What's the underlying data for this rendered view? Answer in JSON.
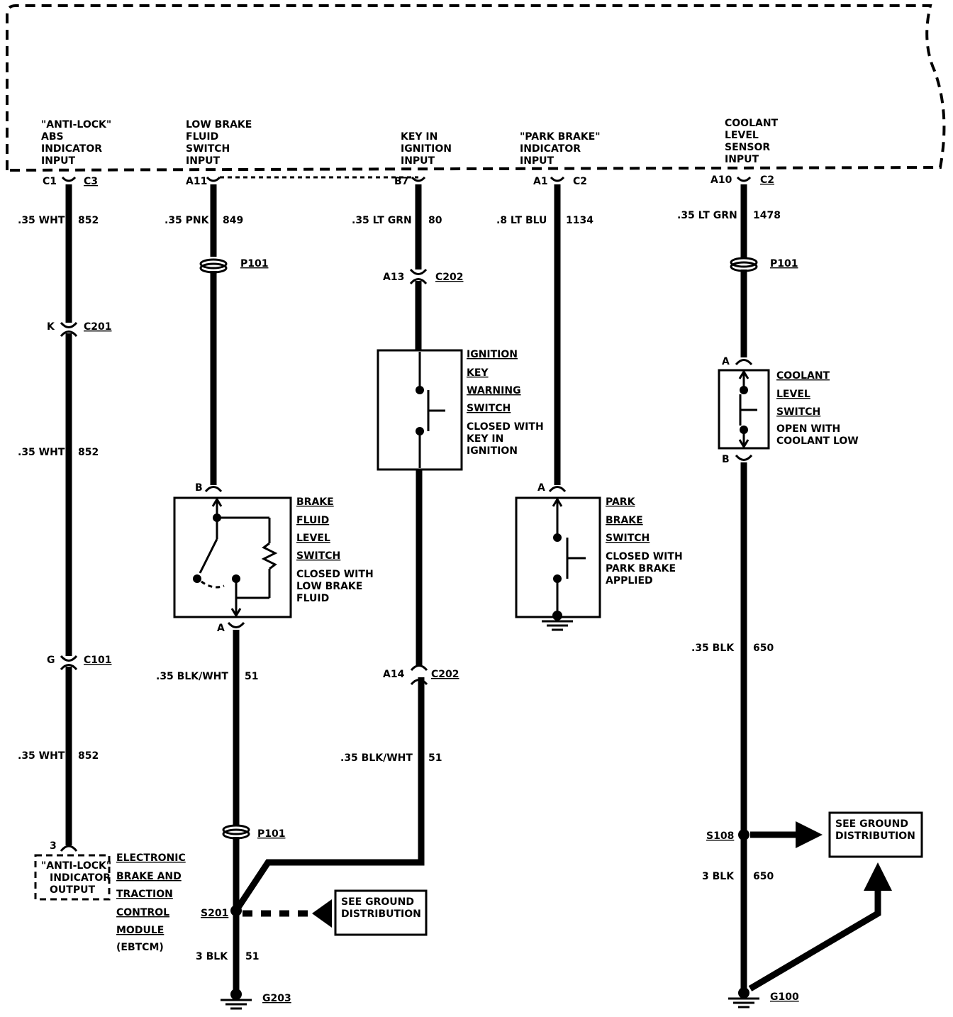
{
  "inputs": {
    "abs": [
      "\"ANTI-LOCK\"",
      "ABS",
      "INDICATOR",
      "INPUT"
    ],
    "low_brake": [
      "LOW BRAKE",
      "FLUID",
      "SWITCH",
      "INPUT"
    ],
    "key_in": [
      "KEY IN",
      "IGNITION",
      "INPUT"
    ],
    "park_brake": [
      "\"PARK BRAKE\"",
      "INDICATOR",
      "INPUT"
    ],
    "coolant": [
      "COOLANT",
      "LEVEL",
      "SENSOR",
      "INPUT"
    ]
  },
  "pins": {
    "c1": "C1",
    "c3": "C3",
    "a11": "A11",
    "b7": "B7",
    "a1": "A1",
    "c2a": "C2",
    "a10": "A10",
    "c2b": "C2"
  },
  "wires": {
    "w1_size": ".35 WHT",
    "w1_num": "852",
    "w1b_size": ".35 WHT",
    "w1b_num": "852",
    "w1c_size": ".35 WHT",
    "w1c_num": "852",
    "w2_size": ".35 PNK",
    "w2_num": "849",
    "w2b_size": ".35 BLK/WHT",
    "w2b_num": "51",
    "w2c_size": "3 BLK",
    "w2c_num": "51",
    "w3_size": ".35 LT GRN",
    "w3_num": "80",
    "w3b_size": ".35 BLK/WHT",
    "w3b_num": "51",
    "w4_size": ".8 LT BLU",
    "w4_num": "1134",
    "w5_size": ".35 LT GRN",
    "w5_num": "1478",
    "w5b_size": ".35 BLK",
    "w5b_num": "650",
    "w5c_size": "3 BLK",
    "w5c_num": "650"
  },
  "connectors": {
    "k": "K",
    "c201": "C201",
    "g": "G",
    "c101": "C101",
    "p101a": "P101",
    "p101b": "P101",
    "p101c": "P101",
    "a13": "A13",
    "c202a": "C202",
    "a14": "A14",
    "c202b": "C202",
    "pin3": "3",
    "b_brake": "B",
    "a_brake": "A",
    "a_park": "A",
    "a_cool": "A",
    "b_cool": "B"
  },
  "splices": {
    "s201": "S201",
    "s108": "S108"
  },
  "grounds": {
    "g203": "G203",
    "g100": "G100"
  },
  "components": {
    "ign_switch": [
      "IGNITION",
      "KEY",
      "WARNING",
      "SWITCH"
    ],
    "ign_note": [
      "CLOSED WITH",
      "KEY IN",
      "IGNITION"
    ],
    "coolant_switch": [
      "COOLANT",
      "LEVEL",
      "SWITCH"
    ],
    "coolant_note": [
      "OPEN WITH",
      "COOLANT LOW"
    ],
    "brake_switch": [
      "BRAKE",
      "FLUID",
      "LEVEL",
      "SWITCH"
    ],
    "brake_note": [
      "CLOSED WITH",
      "LOW BRAKE",
      "FLUID"
    ],
    "park_switch": [
      "PARK",
      "BRAKE",
      "SWITCH"
    ],
    "park_note": [
      "CLOSED WITH",
      "PARK BRAKE",
      "APPLIED"
    ],
    "ebtcm_output": [
      "\"ANTI-LOCK\"",
      "INDICATOR",
      "OUTPUT"
    ],
    "ebtcm_name": [
      "ELECTRONIC",
      "BRAKE AND",
      "TRACTION",
      "CONTROL",
      "MODULE",
      "(EBTCM)"
    ]
  },
  "refs": {
    "ground_dist_a": [
      "SEE GROUND",
      "DISTRIBUTION"
    ],
    "ground_dist_b": [
      "SEE GROUND",
      "DISTRIBUTION"
    ]
  }
}
